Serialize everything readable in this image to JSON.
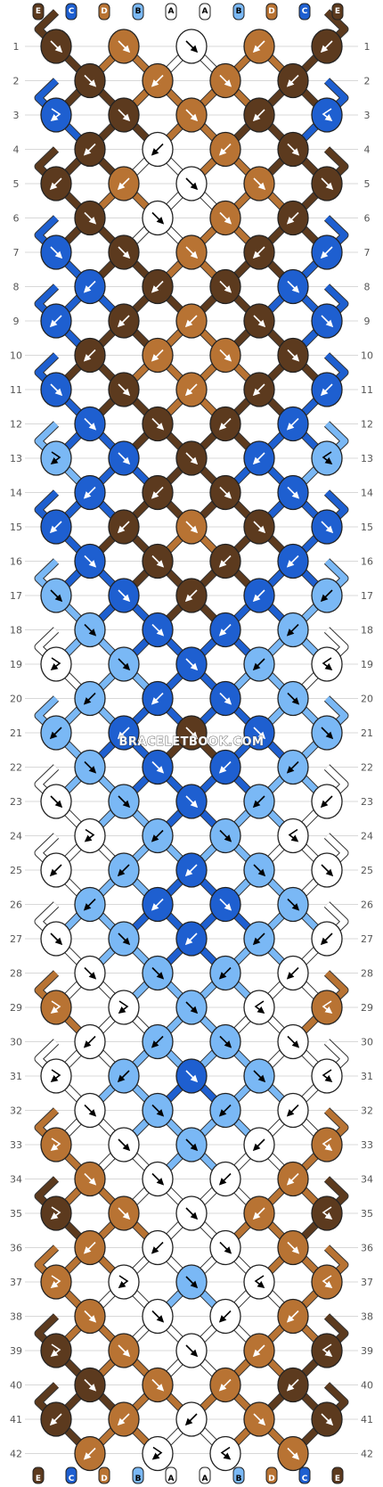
{
  "watermark": "BRACELETBOOK.COM",
  "colors": {
    "E": "#5c3a1e",
    "C": "#1e5fd0",
    "D": "#b87333",
    "B": "#7ab8f5",
    "A": "#ffffff"
  },
  "strands": [
    "E",
    "C",
    "D",
    "B",
    "A",
    "A",
    "B",
    "D",
    "C",
    "E"
  ],
  "rows": [
    {
      "number": "1",
      "knots": [
        "E",
        "D",
        "A",
        "D",
        "E"
      ],
      "arrows": [
        "r",
        "r",
        "r",
        "l",
        "l"
      ]
    },
    {
      "number": "2",
      "knots": [
        "E",
        "D",
        "D",
        "E"
      ],
      "arrows": [
        "r",
        "l",
        "r",
        "l"
      ]
    },
    {
      "number": "3",
      "knots": [
        "C",
        "E",
        "D",
        "E",
        "C"
      ],
      "arrows": [
        "rl",
        "r",
        "r",
        "l",
        "lr"
      ]
    },
    {
      "number": "4",
      "knots": [
        "E",
        "A",
        "D",
        "E"
      ],
      "arrows": [
        "l",
        "l",
        "l",
        "r"
      ]
    },
    {
      "number": "5",
      "knots": [
        "E",
        "D",
        "A",
        "D",
        "E"
      ],
      "arrows": [
        "l",
        "l",
        "r",
        "r",
        "r"
      ]
    },
    {
      "number": "6",
      "knots": [
        "E",
        "A",
        "D",
        "E"
      ],
      "arrows": [
        "r",
        "r",
        "r",
        "l"
      ]
    },
    {
      "number": "7",
      "knots": [
        "C",
        "E",
        "D",
        "E",
        "C"
      ],
      "arrows": [
        "r",
        "r",
        "r",
        "l",
        "l"
      ]
    },
    {
      "number": "8",
      "knots": [
        "C",
        "E",
        "E",
        "C"
      ],
      "arrows": [
        "l",
        "l",
        "r",
        "r"
      ]
    },
    {
      "number": "9",
      "knots": [
        "C",
        "E",
        "D",
        "E",
        "C"
      ],
      "arrows": [
        "l",
        "l",
        "l",
        "r",
        "r"
      ]
    },
    {
      "number": "10",
      "knots": [
        "E",
        "D",
        "D",
        "E"
      ],
      "arrows": [
        "l",
        "l",
        "r",
        "r"
      ]
    },
    {
      "number": "11",
      "knots": [
        "C",
        "E",
        "D",
        "E",
        "C"
      ],
      "arrows": [
        "r",
        "r",
        "l",
        "l",
        "l"
      ]
    },
    {
      "number": "12",
      "knots": [
        "C",
        "E",
        "E",
        "C"
      ],
      "arrows": [
        "r",
        "r",
        "l",
        "l"
      ]
    },
    {
      "number": "13",
      "knots": [
        "B",
        "C",
        "E",
        "C",
        "B"
      ],
      "arrows": [
        "rl",
        "r",
        "r",
        "l",
        "lr"
      ]
    },
    {
      "number": "14",
      "knots": [
        "C",
        "E",
        "E",
        "C"
      ],
      "arrows": [
        "l",
        "l",
        "r",
        "r"
      ]
    },
    {
      "number": "15",
      "knots": [
        "C",
        "E",
        "D",
        "E",
        "C"
      ],
      "arrows": [
        "l",
        "l",
        "r",
        "r",
        "r"
      ]
    },
    {
      "number": "16",
      "knots": [
        "C",
        "E",
        "E",
        "C"
      ],
      "arrows": [
        "r",
        "r",
        "l",
        "l"
      ]
    },
    {
      "number": "17",
      "knots": [
        "B",
        "C",
        "E",
        "C",
        "B"
      ],
      "arrows": [
        "r",
        "r",
        "l",
        "l",
        "l"
      ]
    },
    {
      "number": "18",
      "knots": [
        "B",
        "C",
        "C",
        "B"
      ],
      "arrows": [
        "r",
        "r",
        "l",
        "l"
      ]
    },
    {
      "number": "19",
      "knots": [
        "A",
        "B",
        "C",
        "B",
        "A"
      ],
      "arrows": [
        "rl",
        "r",
        "r",
        "l",
        "lr"
      ]
    },
    {
      "number": "20",
      "knots": [
        "B",
        "C",
        "C",
        "B"
      ],
      "arrows": [
        "l",
        "l",
        "r",
        "r"
      ]
    },
    {
      "number": "21",
      "knots": [
        "B",
        "C",
        "E",
        "C",
        "B"
      ],
      "arrows": [
        "l",
        "l",
        "r",
        "r",
        "r"
      ]
    },
    {
      "number": "22",
      "knots": [
        "B",
        "C",
        "C",
        "B"
      ],
      "arrows": [
        "r",
        "r",
        "l",
        "l"
      ]
    },
    {
      "number": "23",
      "knots": [
        "A",
        "B",
        "C",
        "B",
        "A"
      ],
      "arrows": [
        "r",
        "r",
        "r",
        "l",
        "l"
      ]
    },
    {
      "number": "24",
      "knots": [
        "A",
        "B",
        "B",
        "A"
      ],
      "arrows": [
        "rl",
        "l",
        "r",
        "lr"
      ]
    },
    {
      "number": "25",
      "knots": [
        "A",
        "B",
        "C",
        "B",
        "A"
      ],
      "arrows": [
        "l",
        "l",
        "l",
        "r",
        "r"
      ]
    },
    {
      "number": "26",
      "knots": [
        "B",
        "C",
        "C",
        "B"
      ],
      "arrows": [
        "l",
        "l",
        "r",
        "r"
      ]
    },
    {
      "number": "27",
      "knots": [
        "A",
        "B",
        "C",
        "B",
        "A"
      ],
      "arrows": [
        "r",
        "r",
        "l",
        "l",
        "l"
      ]
    },
    {
      "number": "28",
      "knots": [
        "A",
        "B",
        "B",
        "A"
      ],
      "arrows": [
        "r",
        "r",
        "l",
        "l"
      ]
    },
    {
      "number": "29",
      "knots": [
        "D",
        "A",
        "B",
        "A",
        "D"
      ],
      "arrows": [
        "rl",
        "rl",
        "r",
        "lr",
        "lr"
      ]
    },
    {
      "number": "30",
      "knots": [
        "A",
        "B",
        "B",
        "A"
      ],
      "arrows": [
        "l",
        "l",
        "r",
        "r"
      ]
    },
    {
      "number": "31",
      "knots": [
        "A",
        "B",
        "C",
        "B",
        "A"
      ],
      "arrows": [
        "rl",
        "l",
        "r",
        "r",
        "lr"
      ]
    },
    {
      "number": "32",
      "knots": [
        "A",
        "B",
        "B",
        "A"
      ],
      "arrows": [
        "r",
        "r",
        "l",
        "l"
      ]
    },
    {
      "number": "33",
      "knots": [
        "D",
        "A",
        "B",
        "A",
        "D"
      ],
      "arrows": [
        "rl",
        "r",
        "r",
        "l",
        "lr"
      ]
    },
    {
      "number": "34",
      "knots": [
        "D",
        "A",
        "A",
        "D"
      ],
      "arrows": [
        "r",
        "r",
        "l",
        "l"
      ]
    },
    {
      "number": "35",
      "knots": [
        "E",
        "D",
        "A",
        "D",
        "E"
      ],
      "arrows": [
        "rl",
        "r",
        "r",
        "l",
        "lr"
      ]
    },
    {
      "number": "36",
      "knots": [
        "D",
        "A",
        "A",
        "D"
      ],
      "arrows": [
        "l",
        "l",
        "r",
        "r"
      ]
    },
    {
      "number": "37",
      "knots": [
        "D",
        "A",
        "B",
        "A",
        "D"
      ],
      "arrows": [
        "rl",
        "rl",
        "r",
        "lr",
        "lr"
      ]
    },
    {
      "number": "38",
      "knots": [
        "D",
        "A",
        "A",
        "D"
      ],
      "arrows": [
        "r",
        "r",
        "l",
        "l"
      ]
    },
    {
      "number": "39",
      "knots": [
        "E",
        "D",
        "A",
        "D",
        "E"
      ],
      "arrows": [
        "rl",
        "r",
        "r",
        "l",
        "lr"
      ]
    },
    {
      "number": "40",
      "knots": [
        "E",
        "D",
        "D",
        "E"
      ],
      "arrows": [
        "r",
        "r",
        "l",
        "l"
      ]
    },
    {
      "number": "41",
      "knots": [
        "E",
        "D",
        "A",
        "D",
        "E"
      ],
      "arrows": [
        "l",
        "l",
        "l",
        "r",
        "r"
      ]
    },
    {
      "number": "42",
      "knots": [
        "D",
        "A",
        "A",
        "D"
      ],
      "arrows": [
        "l",
        "rl",
        "lr",
        "r"
      ]
    }
  ]
}
